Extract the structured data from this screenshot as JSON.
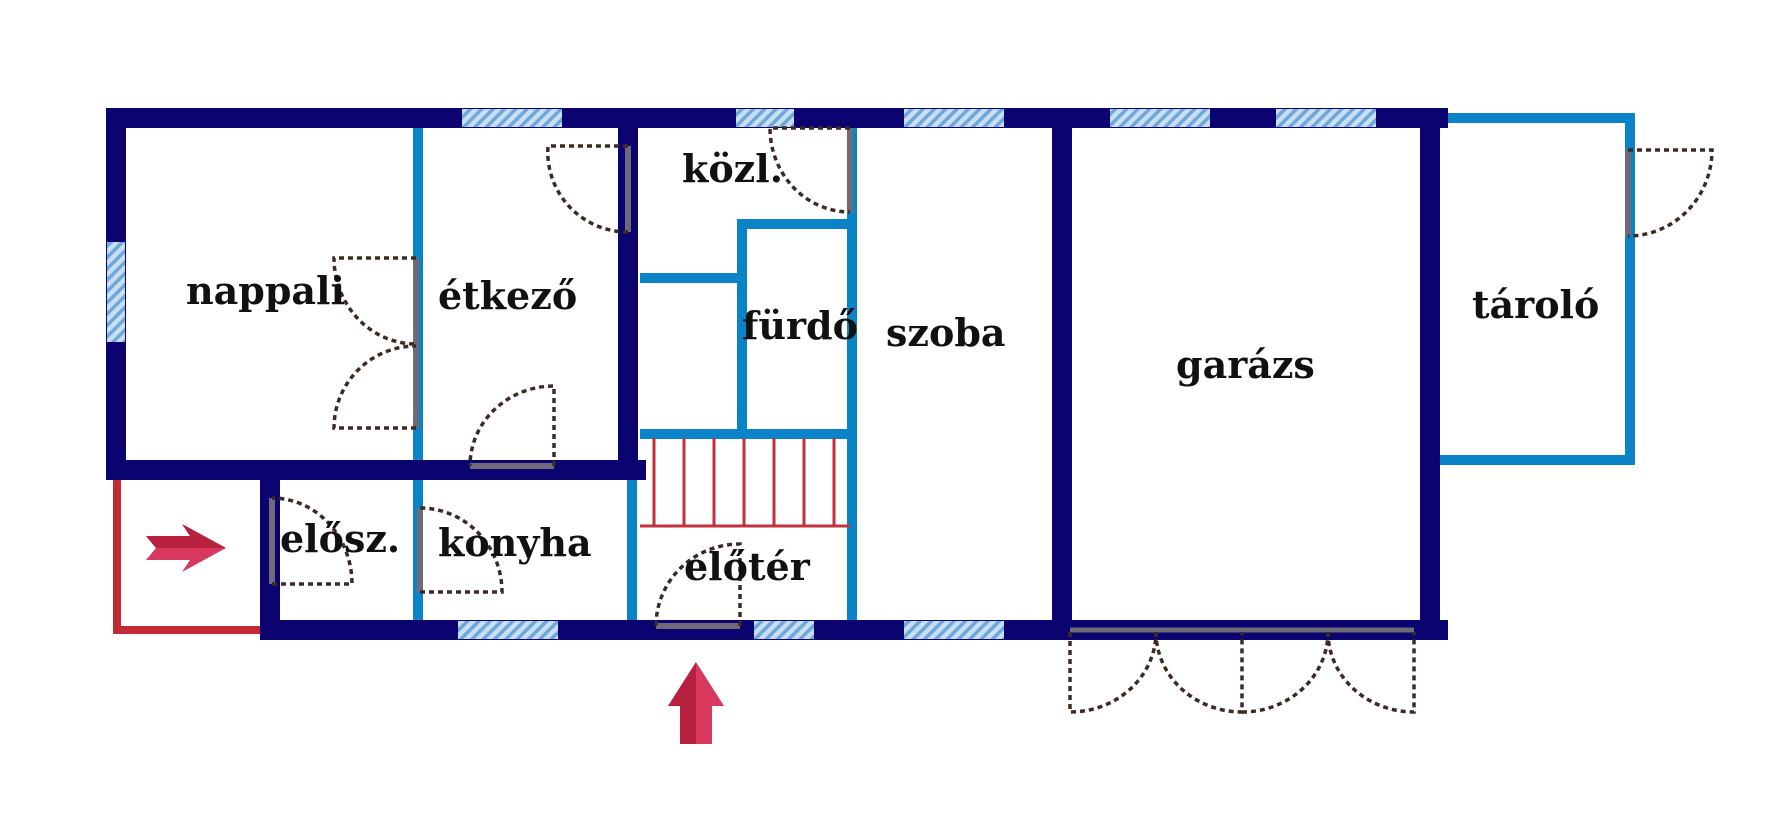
{
  "plan": {
    "rooms": {
      "nappali": "nappali",
      "etkezo": "étkező",
      "kozl": "közl.",
      "furdo": "fürdő",
      "szoba": "szoba",
      "garazs": "garázs",
      "tarolo": "tároló",
      "elosz": "elősz.",
      "konyha": "konyha",
      "eloter": "előtér"
    },
    "colors": {
      "outer_wall": "#0b0370",
      "inner_wall": "#0a84c6",
      "window": "#9ec6e6",
      "door": "#3d2a22",
      "door_leaf": "#6e6a78",
      "stairs": "#c0323c",
      "arrow": "#d8385e",
      "terrace": "#c32a33"
    }
  }
}
